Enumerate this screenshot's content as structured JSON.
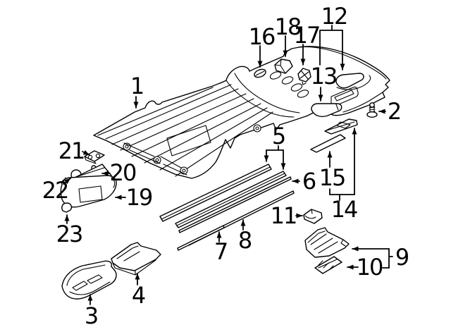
{
  "diagram": {
    "background_color": "#ffffff",
    "line_color": "#000000",
    "callouts": {
      "c1": "1",
      "c2": "2",
      "c3": "3",
      "c4": "4",
      "c5": "5",
      "c6": "6",
      "c7": "7",
      "c8": "8",
      "c9": "9",
      "c10": "10",
      "c11": "11",
      "c12": "12",
      "c13": "13",
      "c14": "14",
      "c15": "15",
      "c16": "16",
      "c17": "17",
      "c18": "18",
      "c19": "19",
      "c20": "20",
      "c21": "21",
      "c22": "22",
      "c23": "23"
    }
  }
}
